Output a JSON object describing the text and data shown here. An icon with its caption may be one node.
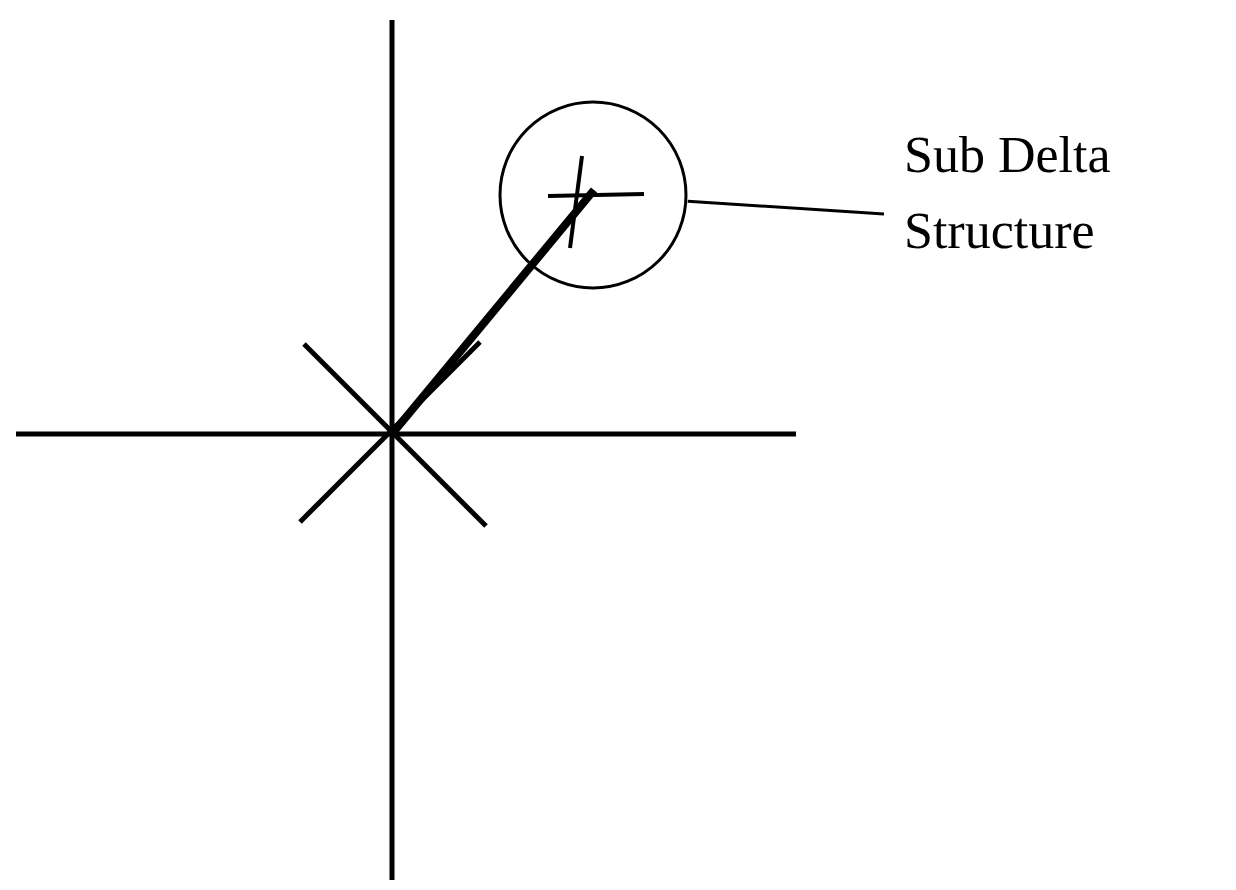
{
  "diagram": {
    "nodes": [
      {
        "text": [
          "Sub Delta Structure"
        ]
      },
      {
        "text": [],
        "shape": "circle"
      }
    ],
    "edges": [
      {
        "from": 0,
        "to": 1,
        "arrow": "none"
      }
    ]
  }
}
